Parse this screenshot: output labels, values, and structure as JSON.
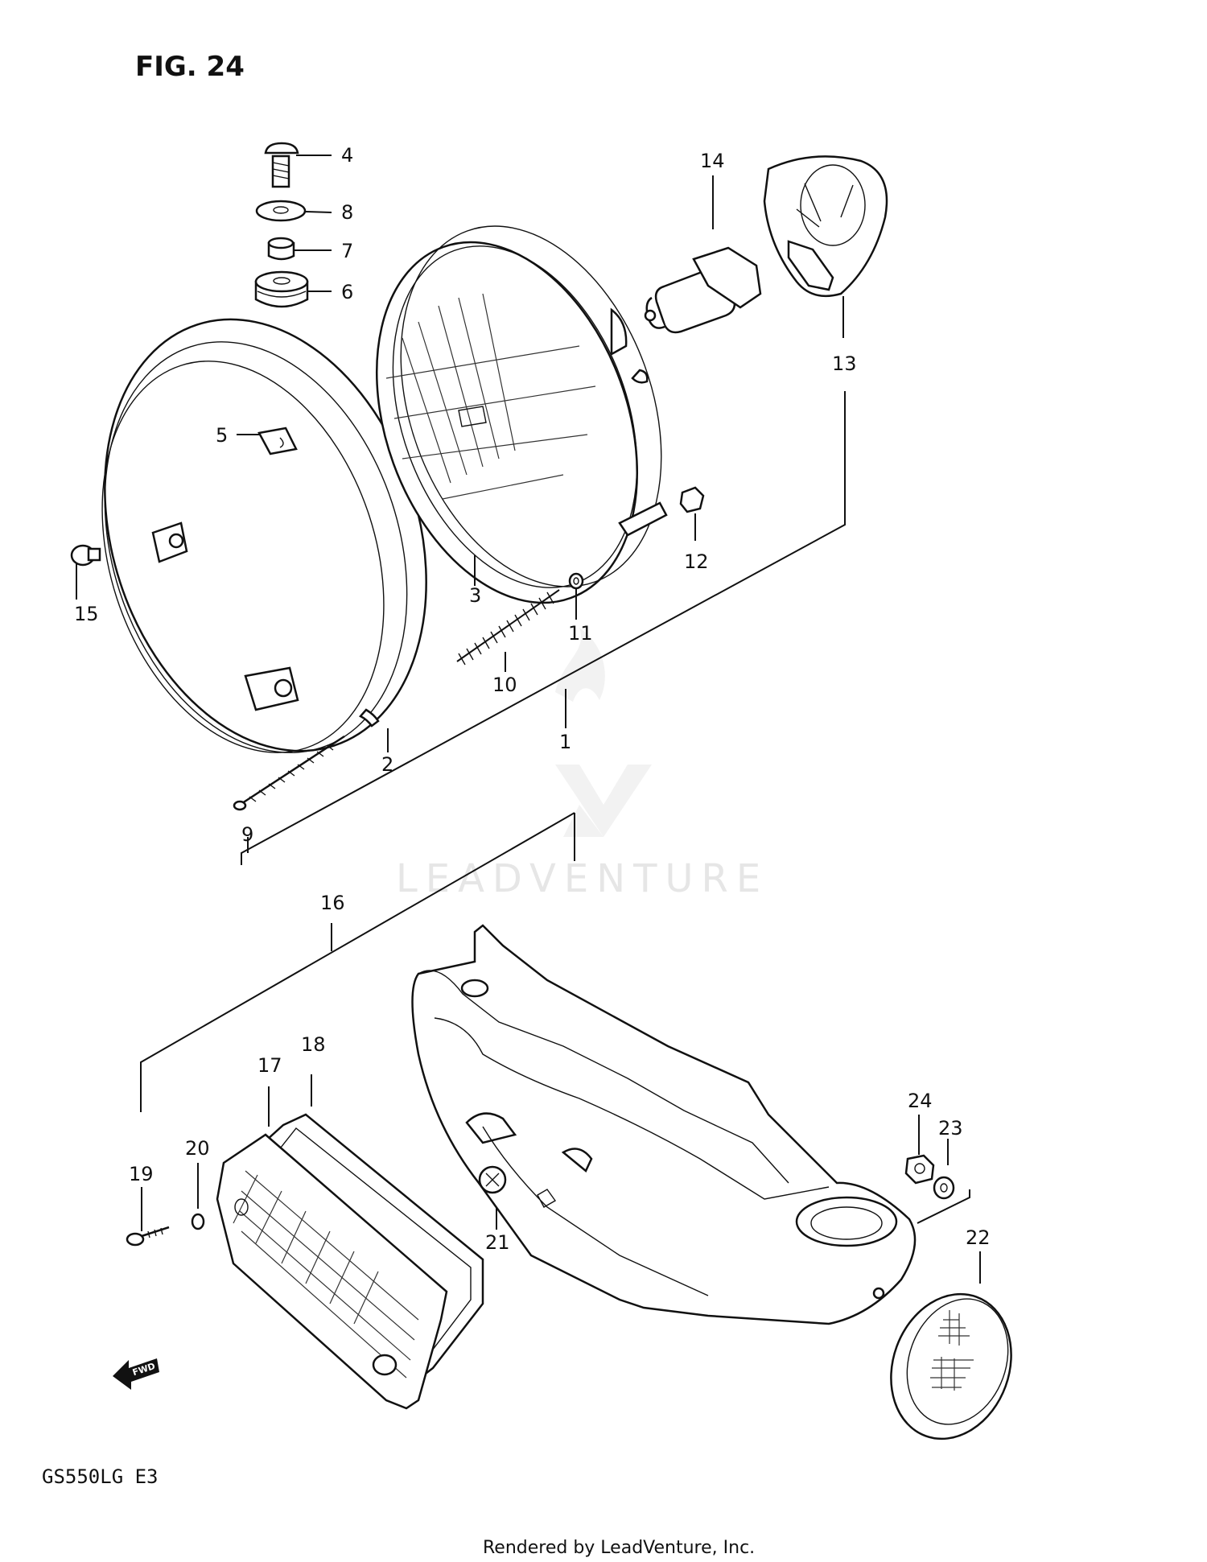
{
  "figure_title": "FIG. 24",
  "model_code": "GS550LG  E3",
  "footer": "Rendered by LeadVenture, Inc.",
  "watermark": "LEADVENTURE",
  "fwd_label": "FWD",
  "callouts": {
    "c1": "1",
    "c2": "2",
    "c3": "3",
    "c4": "4",
    "c5": "5",
    "c6": "6",
    "c7": "7",
    "c8": "8",
    "c9": "9",
    "c10": "10",
    "c11": "11",
    "c12": "12",
    "c13": "13",
    "c14": "14",
    "c15": "15",
    "c16": "16",
    "c17": "17",
    "c18": "18",
    "c19": "19",
    "c20": "20",
    "c21": "21",
    "c22": "22",
    "c23": "23",
    "c24": "24"
  },
  "colors": {
    "ink": "#111111",
    "watermark": "#e6e6e6",
    "background": "#ffffff"
  }
}
